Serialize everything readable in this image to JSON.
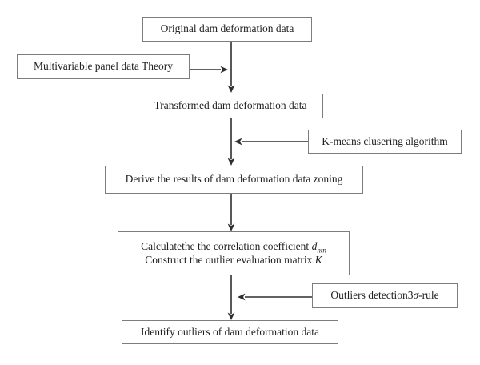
{
  "figure": {
    "type": "flowchart",
    "background": "#ffffff",
    "box_border_color": "#7d7d7d",
    "arrow_color": "#2e2e2e",
    "text_color": "#1f1f1f",
    "nodes": {
      "original": {
        "label": "Original dam deformation data"
      },
      "panel_theory": {
        "label": "Multivariable panel data Theory"
      },
      "transformed": {
        "label": "Transformed dam deformation data"
      },
      "kmeans": {
        "label": "K-means clusering algorithm"
      },
      "zoning": {
        "label": "Derive the results of dam deformation data zoning"
      },
      "calc": {
        "line1_text": "Calculatethe the correlation coefficient ",
        "line1_symbol": "d",
        "line1_subscript": "ntn",
        "line2_text": "Construct the outlier evaluation matrix ",
        "line2_symbol": "K"
      },
      "sigma_rule": {
        "text_before": "Outliers detection3",
        "sigma": "σ",
        "text_after": "-rule"
      },
      "identify": {
        "label": "Identify outliers of dam deformation data"
      }
    },
    "edges": [
      {
        "from": "original",
        "to": "transformed",
        "style": "vertical-arrow"
      },
      {
        "from": "panel_theory",
        "to": "main-flow",
        "style": "horizontal-arrow-right"
      },
      {
        "from": "transformed",
        "to": "zoning",
        "style": "vertical-arrow"
      },
      {
        "from": "kmeans",
        "to": "main-flow",
        "style": "horizontal-arrow-left"
      },
      {
        "from": "zoning",
        "to": "calc",
        "style": "vertical-arrow"
      },
      {
        "from": "calc",
        "to": "identify",
        "style": "vertical-arrow"
      },
      {
        "from": "sigma_rule",
        "to": "main-flow",
        "style": "horizontal-arrow-left"
      }
    ]
  }
}
